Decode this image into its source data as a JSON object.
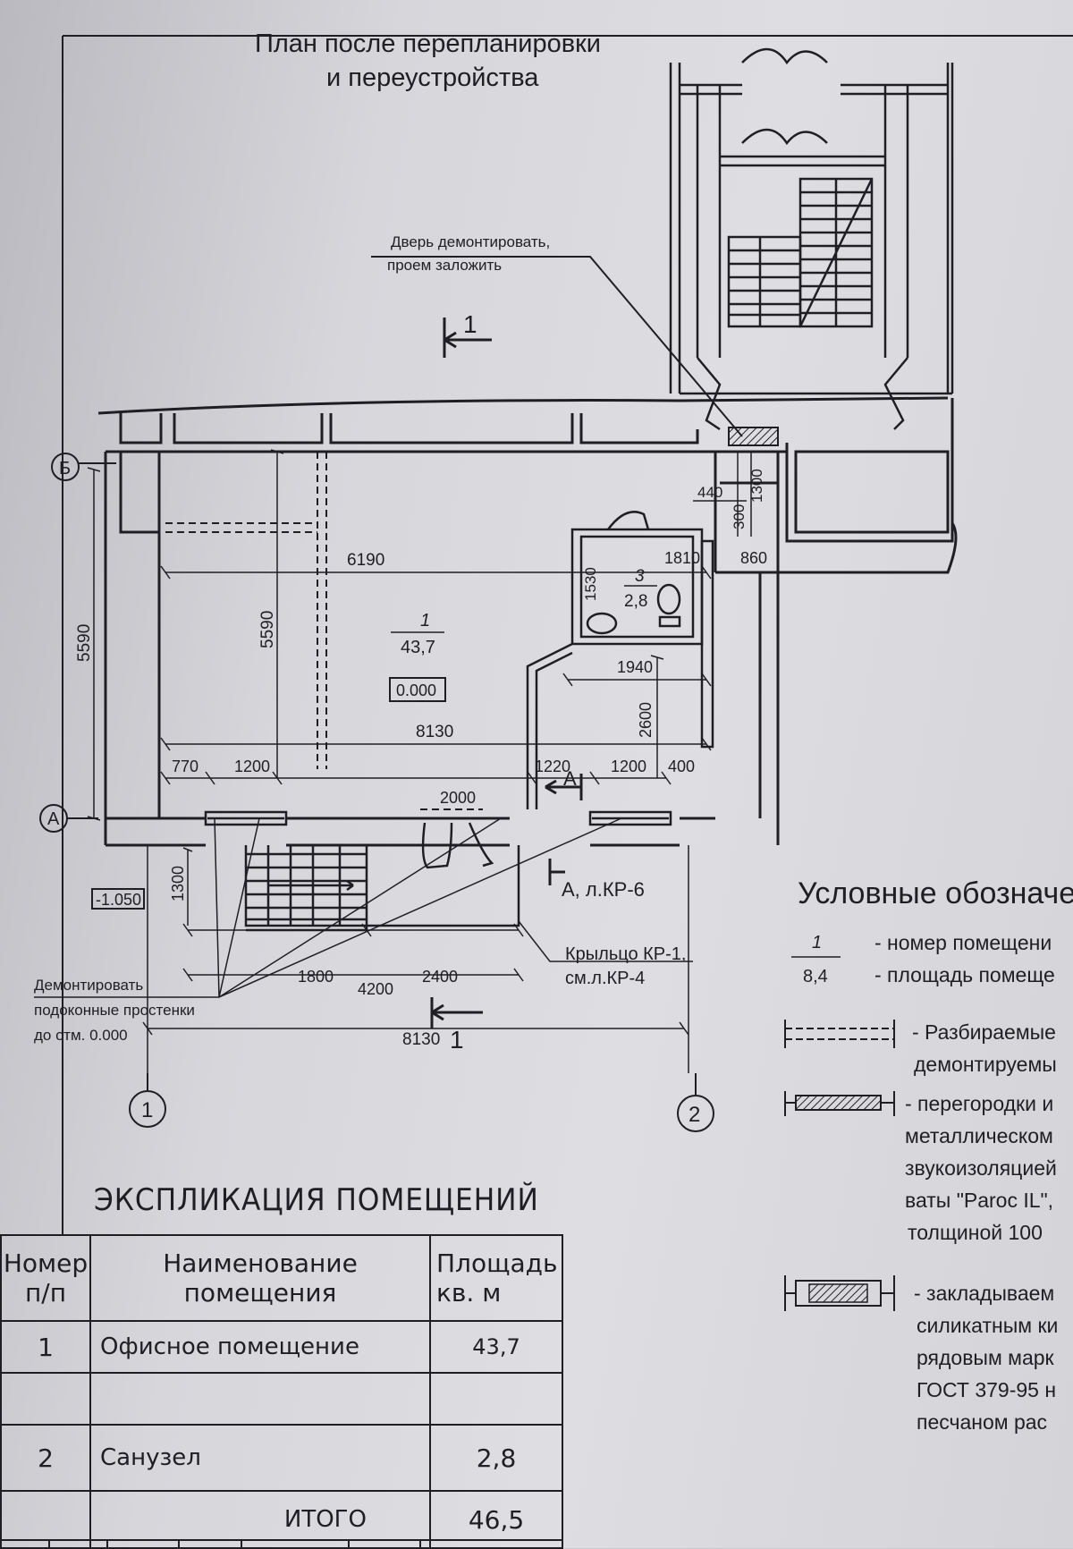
{
  "plan": {
    "title_line1": "План после перепланировки",
    "title_line2": "и переустройства",
    "note_door_line1": "Дверь демонтировать,",
    "note_door_line2": "проем заложить",
    "note_sills_line1": "Демонтировать",
    "note_sills_line2": "подоконные простенки",
    "note_sills_line3": "до отм. 0.000",
    "porch_line1": "Крыльцо КР-1,",
    "porch_line2": "см.л.КР-4",
    "section_ref": "А, л.КР-6",
    "section_a_mark": "А",
    "section_1_mark": "1",
    "axis_b": "Б",
    "axis_a": "А",
    "axis_1": "1",
    "axis_2": "2",
    "room1_number": "1",
    "room1_area": "43,7",
    "room3_number": "3",
    "room3_area": "2,8",
    "level_floor": "0.000",
    "level_outside": "-1.050",
    "dims": {
      "d6190": "6190",
      "d5590_left": "5590",
      "d5590_inner": "5590",
      "d8130_inner": "8130",
      "d8130_bottom": "8130",
      "d770": "770",
      "d1200a": "1200",
      "d1220": "1220",
      "d1200b": "1200",
      "d400": "400",
      "d2000": "2000",
      "d1300_porch": "1300",
      "d1800": "1800",
      "d2400": "2400",
      "d4200": "4200",
      "d1810": "1810",
      "d1530": "1530",
      "d1940": "1940",
      "d2600": "2600",
      "d440": "440",
      "d300": "300",
      "d1300_top": "1300",
      "d860": "860"
    }
  },
  "legend": {
    "title": "Условные обозначе",
    "sample_number": "1",
    "sample_area": "8,4",
    "row1_line1": "- номер помещени",
    "row1_line2": "- площадь помеще",
    "row2_line1": "- Разбираемые",
    "row2_line2": "демонтируемы",
    "row3_line1": "- перегородки и",
    "row3_line2": "металлическом",
    "row3_line3": "звукоизоляцией",
    "row3_line4": "ваты \"Paroc IL\",",
    "row3_line5": "толщиной 100 ",
    "row4_line1": "- закладываем",
    "row4_line2": "силикатным ки",
    "row4_line3": "рядовым марк",
    "row4_line4": "ГОСТ 379-95 н",
    "row4_line5": "песчаном рас"
  },
  "explication": {
    "title": "ЭКСПЛИКАЦИЯ ПОМЕЩЕНИЙ",
    "header_num_line1": "Номер",
    "header_num_line2": "п/п",
    "header_name_line1": "Наименование",
    "header_name_line2": "помещения",
    "header_area_line1": "Площадь",
    "header_area_line2": "кв. м",
    "rows": [
      {
        "num": "1",
        "name": "Офисное помещение",
        "area": "43,7"
      },
      {
        "num": "",
        "name": "",
        "area": ""
      },
      {
        "num": "2",
        "name": "Санузел",
        "area": "2,8"
      }
    ],
    "total_label": "ИТОГО",
    "total_value": "46,5"
  }
}
